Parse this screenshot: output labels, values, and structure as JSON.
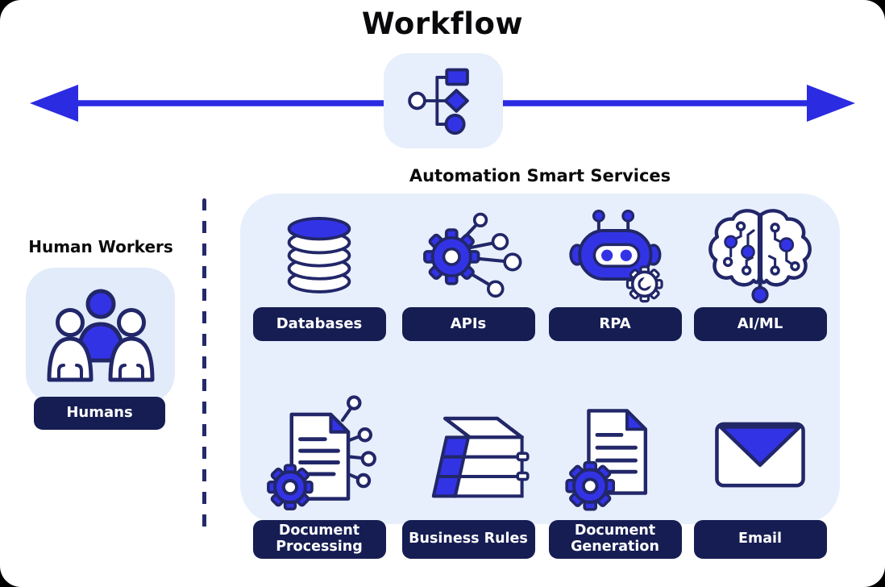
{
  "title": "Workflow",
  "colors": {
    "primary_blue": "#2b2be2",
    "icon_blue": "#3333e6",
    "navy_outline": "#212768",
    "pill_navy": "#161d52",
    "panel_blue": "#e8effc",
    "box_blue": "#e2ebfa"
  },
  "workflow_icon": "flowchart-icon",
  "human_workers": {
    "heading": "Human Workers",
    "icon": "people-icon",
    "label": "Humans"
  },
  "automation": {
    "heading": "Automation Smart Services",
    "items": [
      {
        "label": "Databases",
        "icon": "database-icon"
      },
      {
        "label": "APIs",
        "icon": "api-gear-network-icon"
      },
      {
        "label": "RPA",
        "icon": "robot-gear-icon"
      },
      {
        "label": "AI/ML",
        "icon": "brain-circuit-icon"
      },
      {
        "label": "Document\nProcessing",
        "icon": "document-gear-nodes-icon"
      },
      {
        "label": "Business Rules",
        "icon": "books-stack-icon"
      },
      {
        "label": "Document\nGeneration",
        "icon": "document-gear-icon"
      },
      {
        "label": "Email",
        "icon": "envelope-icon"
      }
    ]
  }
}
